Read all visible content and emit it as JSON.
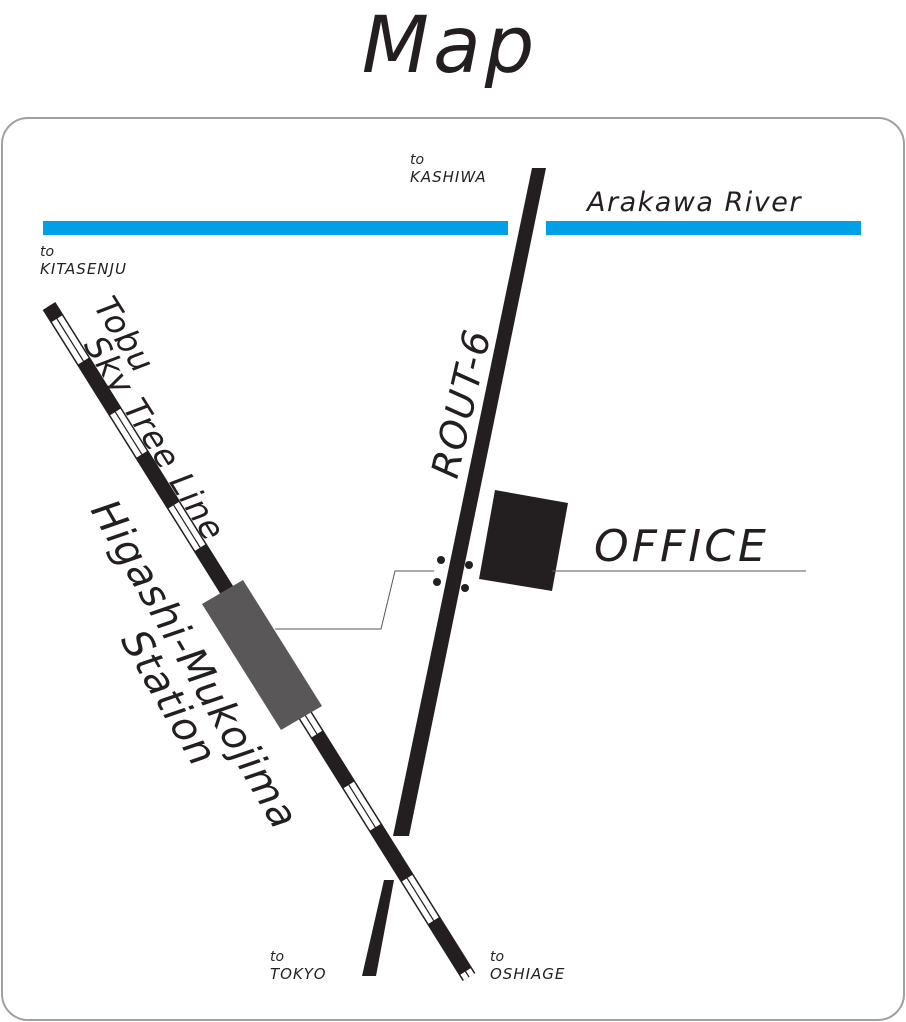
{
  "title": "Map",
  "river": {
    "label": "Arakawa River",
    "color": "#00a0e9"
  },
  "route": {
    "label": "ROUT-6"
  },
  "railway": {
    "label_line1": "Tobu",
    "label_line2": "Sky Tree Line"
  },
  "station": {
    "label_line1": "Higashi-Mukojima",
    "label_line2": "Station",
    "color": "#595757"
  },
  "office": {
    "label": "OFFICE",
    "color": "#231f20"
  },
  "directions": {
    "kashiwa": {
      "to": "to",
      "place": "KASHIWA"
    },
    "kitasenju": {
      "to": "to",
      "place": "KITASENJU"
    },
    "tokyo": {
      "to": "to",
      "place": "TOKYO"
    },
    "oshiage": {
      "to": "to",
      "place": "OSHIAGE"
    }
  },
  "colors": {
    "ink": "#231f20",
    "frame": "#9fa0a0",
    "river_text": "#1d2087"
  }
}
